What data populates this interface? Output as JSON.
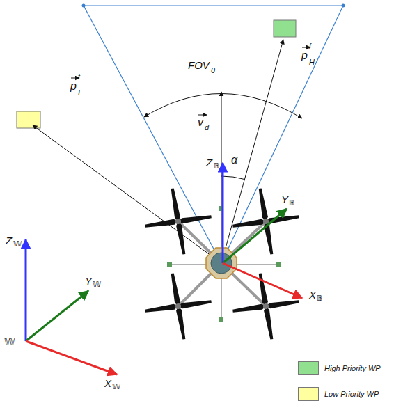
{
  "diagram": {
    "labels": [
      "FOV",
      "θ",
      "v",
      "d",
      "p",
      "f",
      "L",
      "p",
      "f",
      "H",
      "α",
      "Z",
      "𝔹",
      "Y",
      "𝔹",
      "X",
      "𝔹",
      "𝕎",
      "Z",
      "𝕎",
      "Y",
      "𝕎",
      "X",
      "𝕎"
    ],
    "legend": [
      {
        "text": "High Priority WP",
        "color": "#90e090"
      },
      {
        "text": "Low Priority WP",
        "color": "#ffffa0"
      }
    ]
  }
}
